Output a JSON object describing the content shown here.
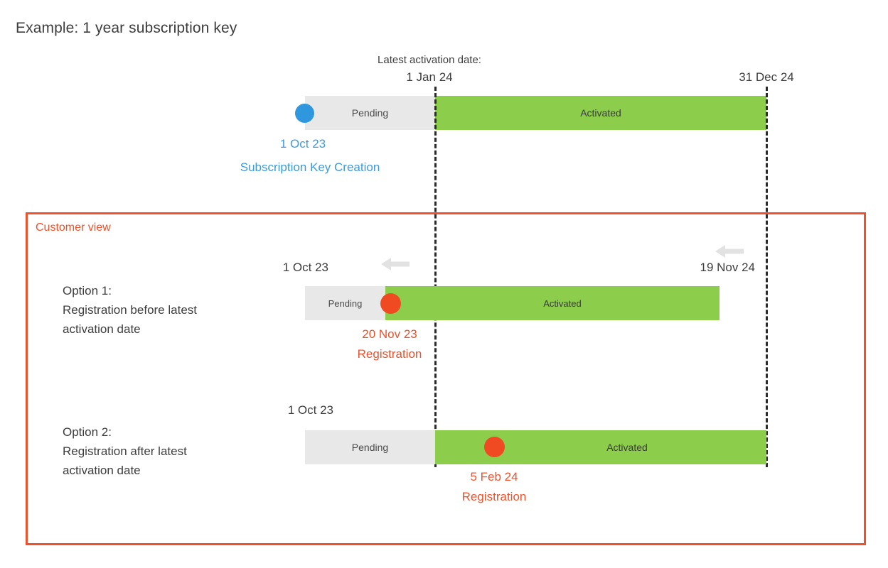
{
  "page": {
    "title": "Example: 1 year subscription key",
    "colors": {
      "pending_bar": "#e8e8e8",
      "activated_bar": "#8ccd4c",
      "creation_dot": "#2e97de",
      "registration_dot": "#f04a23",
      "customer_view_border": "#f0512b",
      "guide_line": "#2b2b2b",
      "arrow": "#e2e2e2"
    }
  },
  "chart_data": {
    "type": "timeline",
    "title": "Example: 1 year subscription key",
    "axis_markers": [
      {
        "name": "latest-activation-date",
        "caption": "Latest activation date:",
        "date": "1 Jan 24"
      },
      {
        "name": "subscription-end",
        "caption": "",
        "date": "31 Dec 24"
      }
    ],
    "rows": [
      {
        "id": "vendor-view",
        "start_date": "1 Oct 23",
        "start_event": "Subscription Key Creation",
        "segments": [
          {
            "label": "Pending",
            "state": "pending"
          },
          {
            "label": "Activated",
            "state": "activated"
          }
        ],
        "end_date": "31 Dec 24"
      },
      {
        "id": "option-1",
        "option_title": "Option 1:",
        "option_text": "Registration before latest\nactivation date",
        "start_date": "1 Oct 23",
        "end_date": "19 Nov 24",
        "segments": [
          {
            "label": "Pending",
            "state": "pending"
          },
          {
            "label": "Activated",
            "state": "activated"
          }
        ],
        "event_date": "20 Nov 23",
        "event_label": "Registration"
      },
      {
        "id": "option-2",
        "option_title": "Option 2:",
        "option_text": "Registration after latest\nactivation date",
        "start_date": "1 Oct 23",
        "end_date": "31 Dec 24",
        "segments": [
          {
            "label": "Pending",
            "state": "pending"
          },
          {
            "label": "Activated",
            "state": "activated"
          }
        ],
        "event_date": "5 Feb 24",
        "event_label": "Registration"
      }
    ]
  },
  "top_row": {
    "activation_caption": "Latest activation date:",
    "activation_date": "1 Jan 24",
    "end_date": "31 Dec 24",
    "pending_label": "Pending",
    "activated_label": "Activated",
    "creation_date": "1 Oct 23",
    "creation_event": "Subscription Key Creation"
  },
  "customer_view": {
    "label": "Customer view"
  },
  "option1": {
    "title": "Option 1:",
    "description": "Registration before latest\nactivation date",
    "start_date": "1 Oct 23",
    "end_date": "19 Nov 24",
    "pending_label": "Pending",
    "activated_label": "Activated",
    "event_date": "20 Nov 23",
    "event_label": "Registration"
  },
  "option2": {
    "title": "Option 2:",
    "description": "Registration after latest\nactivation date",
    "start_date": "1 Oct 23",
    "pending_label": "Pending",
    "activated_label": "Activated",
    "event_date": "5 Feb 24",
    "event_label": "Registration"
  }
}
